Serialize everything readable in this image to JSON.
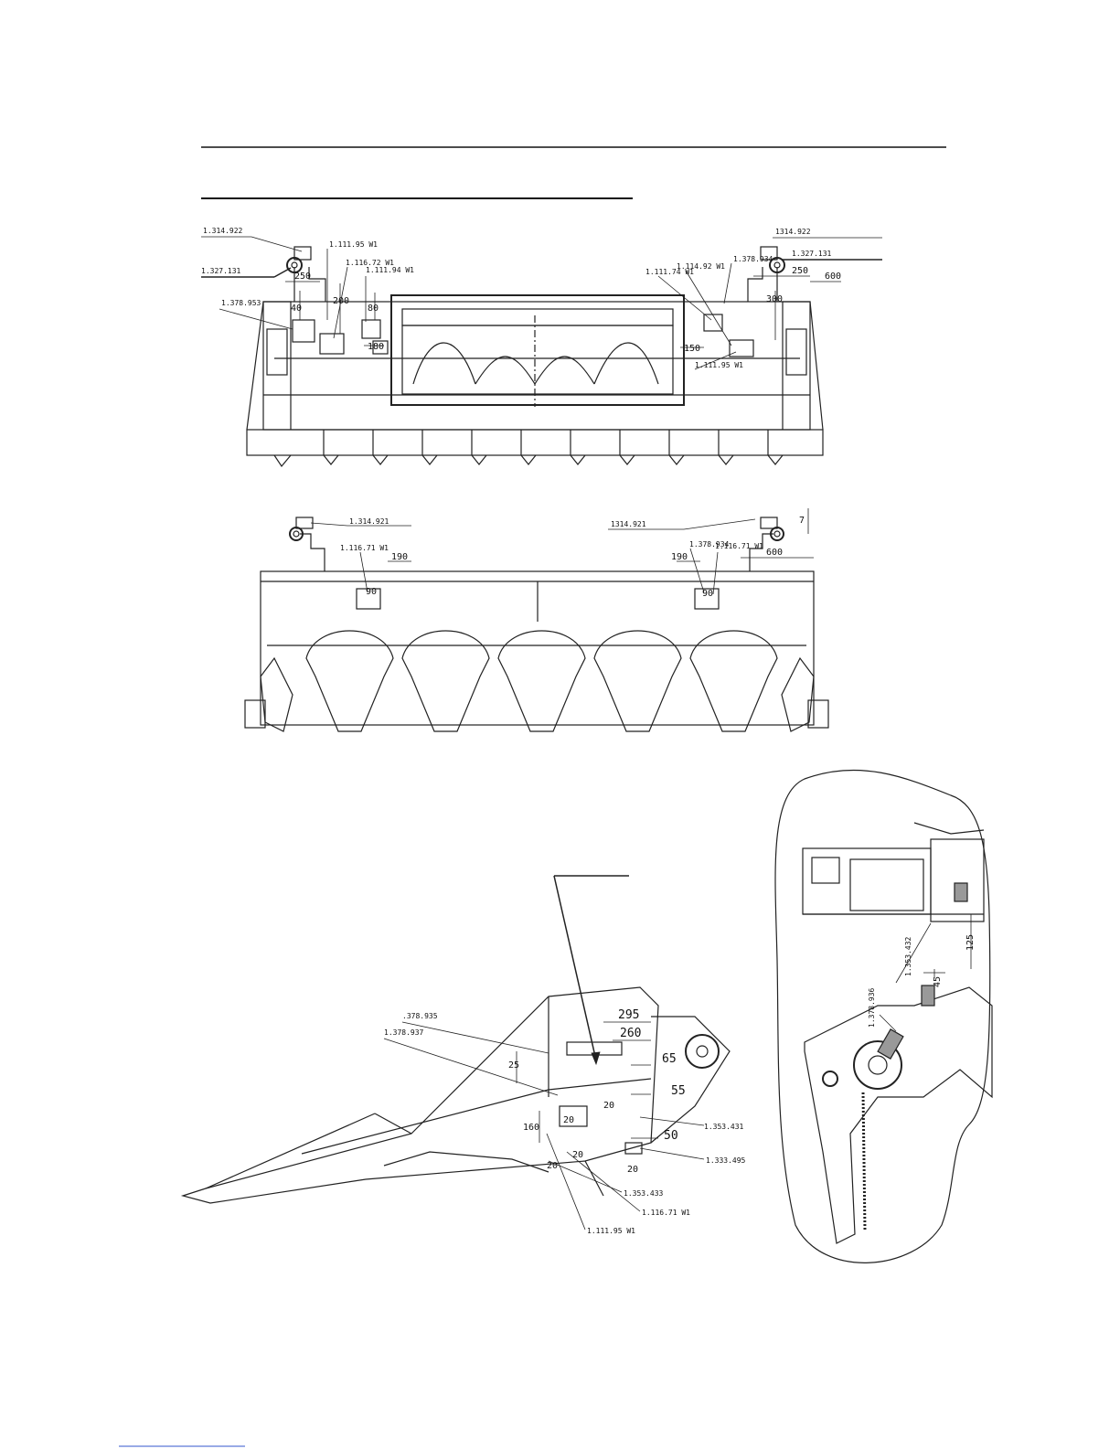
{
  "front_view": {
    "labels": {
      "tl_sticker": "1.314.922",
      "tl_reflector": "1.327.131",
      "tl_a": "1.111.95 W1",
      "tl_b": "1.116.72 W1",
      "tl_c": "1.111.94 W1",
      "tl_left": "1.378.953",
      "tr_sticker": "1314.922",
      "tr_reflector": "1.327.131",
      "tr_a": "1.378.934",
      "tr_b": "1.114.92 W1",
      "tr_c": "1.111.74 W1",
      "tr_d": "1.111.95 W1"
    },
    "dims": {
      "d250_l": "250",
      "d40_l": "40",
      "d200_l": "200",
      "d80_l": "80",
      "d180_l": "180",
      "d150_r": "150",
      "d250_r": "250",
      "d600_r": "600",
      "d300_r": "300"
    }
  },
  "rear_view": {
    "labels": {
      "l_sticker": "1.314.921",
      "r_sticker": "1314.921",
      "l_a": "1.116.71 W1",
      "r_a": "1.378.934",
      "r_b": "1.116.71 W1"
    },
    "dims": {
      "d190_l": "190",
      "d90_l": "90",
      "d190_r": "190",
      "d90_r": "90",
      "d600_r": "600",
      "d7_r": "7"
    }
  },
  "side_view": {
    "labels": {
      "a": ".378.935",
      "b": "1.378.937",
      "c": "1.353.431",
      "d": "1.333.495",
      "e": "1.353.433",
      "f": "1.116.71 W1",
      "g": "1.111.95 W1"
    },
    "dims": {
      "d295": "295",
      "d260": "260",
      "d65": "65",
      "d55": "55",
      "d50": "50",
      "d25": "25",
      "d160": "160",
      "d20a": "20",
      "d20b": "20",
      "d20c": "20",
      "d20d": "20",
      "d20e": "20"
    }
  },
  "detail_view": {
    "labels": {
      "a": "1.353.432",
      "b": "1.378.936"
    },
    "dims": {
      "d125": "125",
      "d45": "45"
    }
  }
}
